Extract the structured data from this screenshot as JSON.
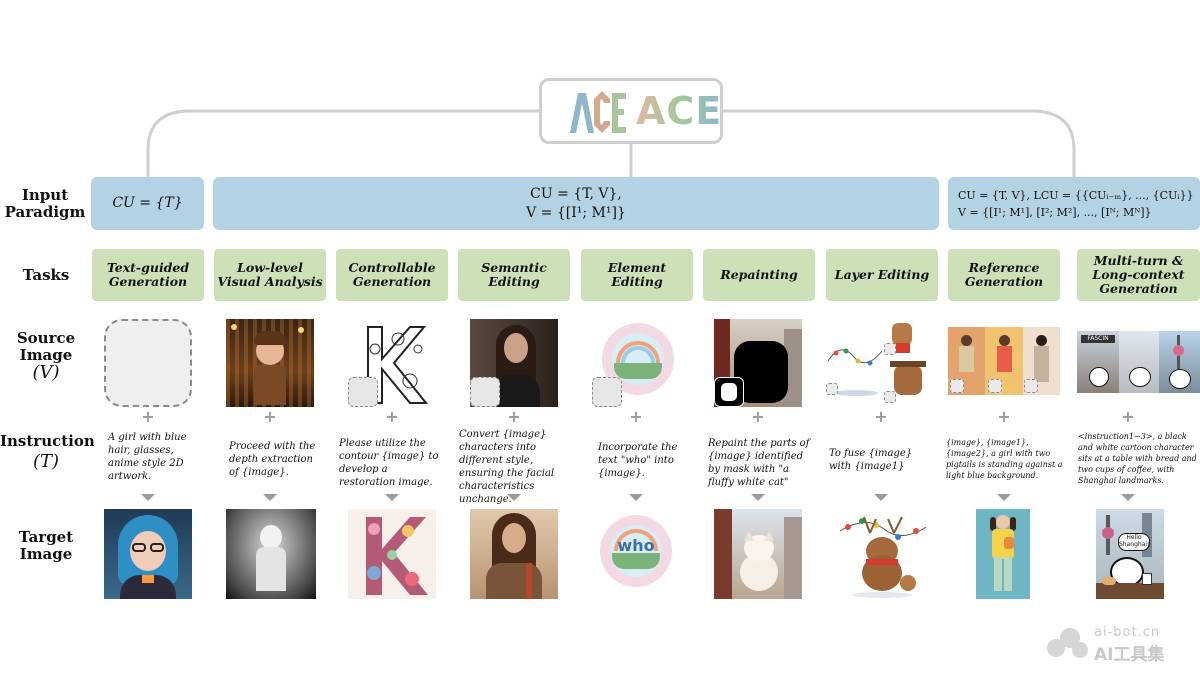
{
  "logo": {
    "text": "ACE"
  },
  "rows": {
    "input_paradigm": "Input Paradigm",
    "tasks": "Tasks",
    "source_image": "Source Image",
    "source_math": "(V)",
    "instruction": "Instruction",
    "instruction_math": "(T)",
    "target_image": "Target Image"
  },
  "paradigms": {
    "first": "CU = {T}",
    "middle_line1": "CU = {T, V},",
    "middle_line2": "V = {[I¹; M¹]}",
    "last_line1": "CU = {T, V},   LCU = {{CUᵢ₋ₘ}, ..., {CUᵢ}}",
    "last_line2": "V = {[I¹; M¹], [I²; M²], ..., [Iᴺ; Mᴺ]}"
  },
  "tasks": [
    "Text-guided Generation",
    "Low-level Visual Analysis",
    "Controllable Generation",
    "Semantic Editing",
    "Element Editing",
    "Repainting",
    "Layer Editing",
    "Reference Generation",
    "Multi-turn & Long-context Generation"
  ],
  "instructions": [
    "A girl with blue hair, glasses, anime style 2D artwork.",
    "Proceed with the depth extraction of {image}.",
    "Please utilize the contour {image} to develop a restoration image.",
    "Convert {image} characters into different style, ensuring the facial characteristics unchange.",
    "Incorporate the text \"who\" into {image}.",
    "Repaint the parts of {image} identified by mask with \"a fluffy white cat\"",
    "To fuse {image} with {image1}",
    "{image}, {image1}, {image2}, a girl with two pigtails is standing against a light blue background.",
    "<instruction1~3>, a black and white cartoon character sits at a table with bread and two cups of coffee, with Shanghai landmarks."
  ],
  "image_text": {
    "element_target": "who",
    "multiturn_bubble": "Hello Shanghai!",
    "multiturn_sign": "FASCIN"
  },
  "watermark": {
    "url": "ai-bot.cn",
    "brand": "AI工具集"
  },
  "colors": {
    "paradigm_box": "#b3d2e4",
    "task_box": "#cde0b8",
    "connector": "#cfcfcf",
    "arrow": "#9a9a9a"
  }
}
